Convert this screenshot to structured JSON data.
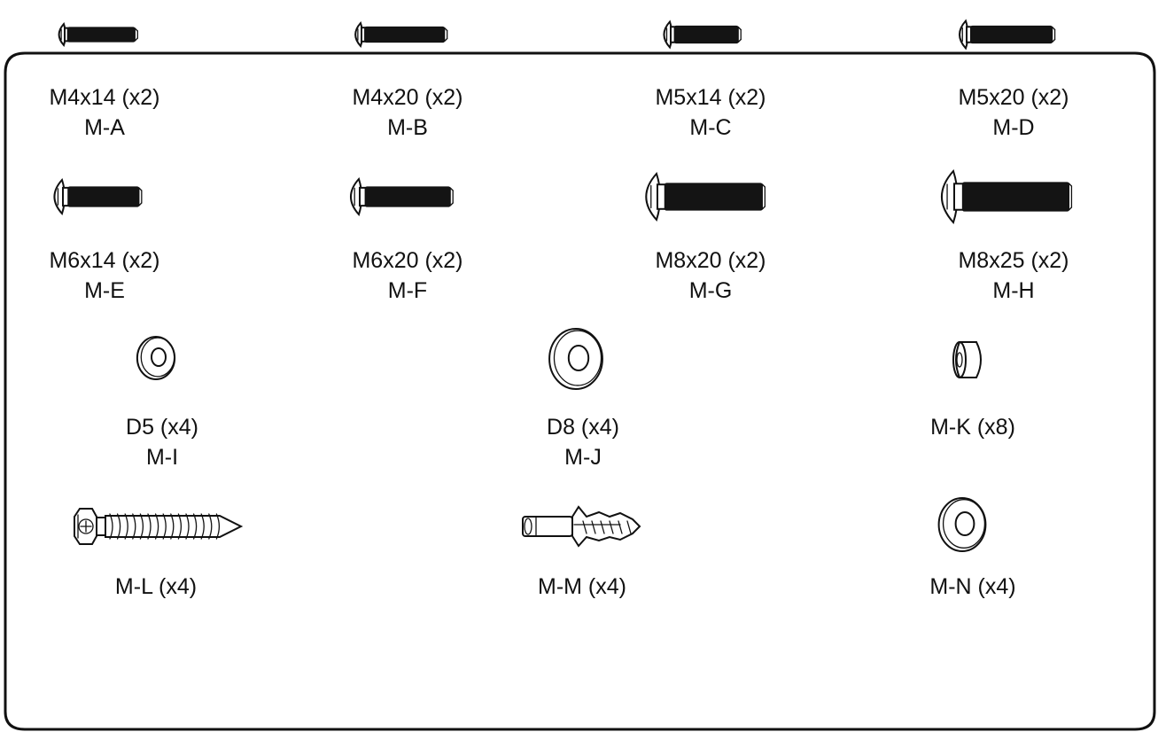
{
  "parts": [
    {
      "id": "M-A",
      "icon": "machine-screw-icon",
      "lines": [
        "M4x14 (x2)",
        "M-A"
      ]
    },
    {
      "id": "M-B",
      "icon": "machine-screw-icon",
      "lines": [
        "M4x20 (x2)",
        "M-B"
      ]
    },
    {
      "id": "M-C",
      "icon": "machine-screw-icon",
      "lines": [
        "M5x14 (x2)",
        "M-C"
      ]
    },
    {
      "id": "M-D",
      "icon": "machine-screw-icon",
      "lines": [
        "M5x20 (x2)",
        "M-D"
      ]
    },
    {
      "id": "M-E",
      "icon": "machine-screw-icon",
      "lines": [
        "M6x14 (x2)",
        "M-E"
      ]
    },
    {
      "id": "M-F",
      "icon": "machine-screw-icon",
      "lines": [
        "M6x20 (x2)",
        "M-F"
      ]
    },
    {
      "id": "M-G",
      "icon": "machine-screw-icon",
      "lines": [
        "M8x20 (x2)",
        "M-G"
      ]
    },
    {
      "id": "M-H",
      "icon": "machine-screw-icon",
      "lines": [
        "M8x25 (x2)",
        "M-H"
      ]
    },
    {
      "id": "M-I",
      "icon": "washer-icon",
      "lines": [
        "D5 (x4)",
        "M-I"
      ]
    },
    {
      "id": "M-J",
      "icon": "washer-icon",
      "lines": [
        "D8 (x4)",
        "M-J"
      ]
    },
    {
      "id": "M-K",
      "icon": "spacer-icon",
      "lines": [
        "M-K (x8)"
      ]
    },
    {
      "id": "M-L",
      "icon": "lag-bolt-icon",
      "lines": [
        "M-L  (x4)"
      ]
    },
    {
      "id": "M-M",
      "icon": "wall-anchor-icon",
      "lines": [
        "M-M (x4)"
      ]
    },
    {
      "id": "M-N",
      "icon": "washer-icon",
      "lines": [
        "M-N (x4)"
      ]
    }
  ]
}
